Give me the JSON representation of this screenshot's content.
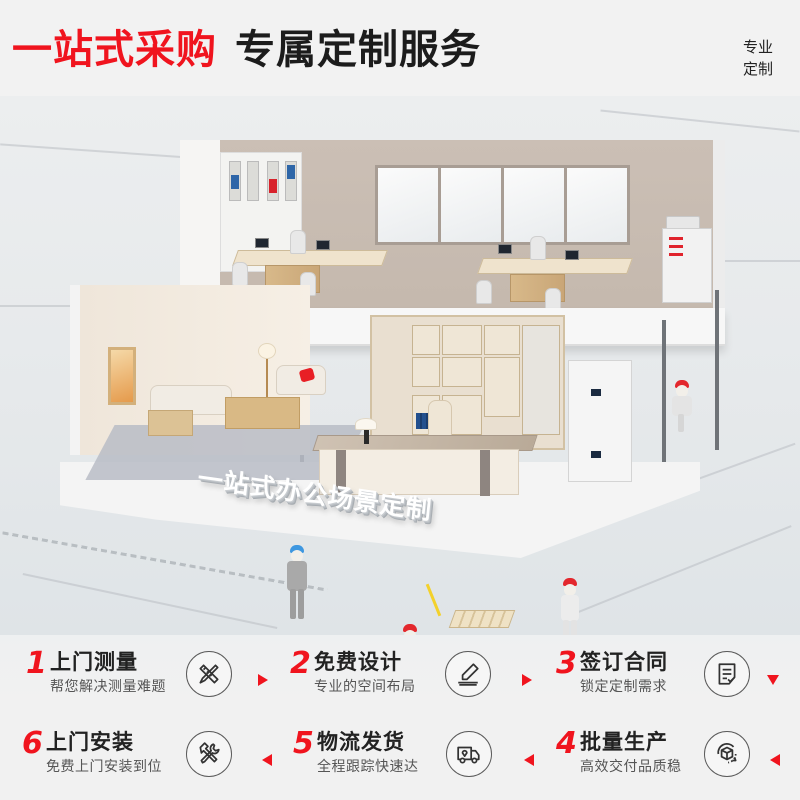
{
  "header": {
    "headline_red": "一站式采购",
    "headline_black": "专属定制服务",
    "side_tag_line1": "专业",
    "side_tag_line2": "定制"
  },
  "scene": {
    "banner_text": "一站式办公场景定制",
    "description": "Isometric cutaway of a two-floor office: upper open-plan workstations, lower lounge with sofa and executive office with bookcase, construction workers on blueprint floor"
  },
  "steps": [
    {
      "number": "1",
      "title": "上门测量",
      "subtitle": "帮您解决测量难题",
      "icon": "ruler-pencil-icon"
    },
    {
      "number": "2",
      "title": "免费设计",
      "subtitle": "专业的空间布局",
      "icon": "pen-design-icon"
    },
    {
      "number": "3",
      "title": "签订合同",
      "subtitle": "锁定定制需求",
      "icon": "contract-checklist-icon"
    },
    {
      "number": "4",
      "title": "批量生产",
      "subtitle": "高效交付品质稳",
      "icon": "box-production-icon"
    },
    {
      "number": "5",
      "title": "物流发货",
      "subtitle": "全程跟踪快速达",
      "icon": "delivery-truck-icon"
    },
    {
      "number": "6",
      "title": "上门安装",
      "subtitle": "免费上门安装到位",
      "icon": "wrench-hammer-icon"
    }
  ],
  "colors": {
    "accent_red": "#f0141e",
    "text_dark": "#222222",
    "text_sub": "#555555",
    "background": "#f1f1f1"
  }
}
